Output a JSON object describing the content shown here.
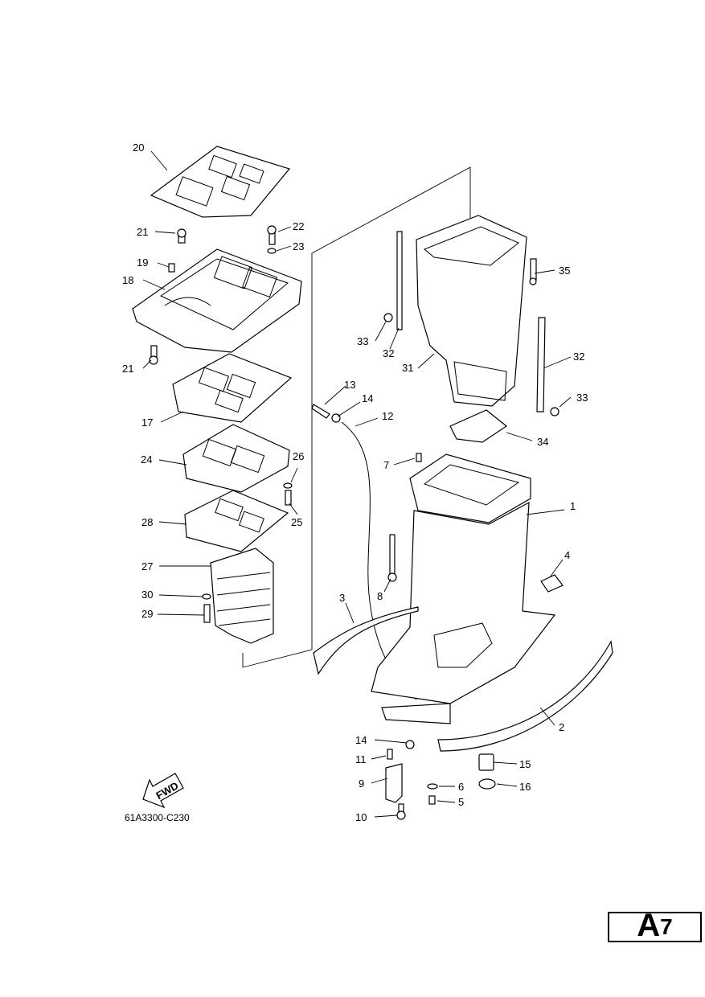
{
  "diagram": {
    "code": "61A3300-C230",
    "fwd_label": "FWD",
    "page_letter": "A",
    "page_number": "7",
    "callouts": [
      "1",
      "2",
      "3",
      "4",
      "5",
      "6",
      "7",
      "8",
      "9",
      "10",
      "11",
      "12",
      "13",
      "14",
      "14",
      "15",
      "16",
      "17",
      "18",
      "19",
      "20",
      "21",
      "21",
      "22",
      "23",
      "24",
      "25",
      "26",
      "27",
      "28",
      "29",
      "30",
      "31",
      "32",
      "32",
      "33",
      "33",
      "34",
      "35"
    ]
  }
}
